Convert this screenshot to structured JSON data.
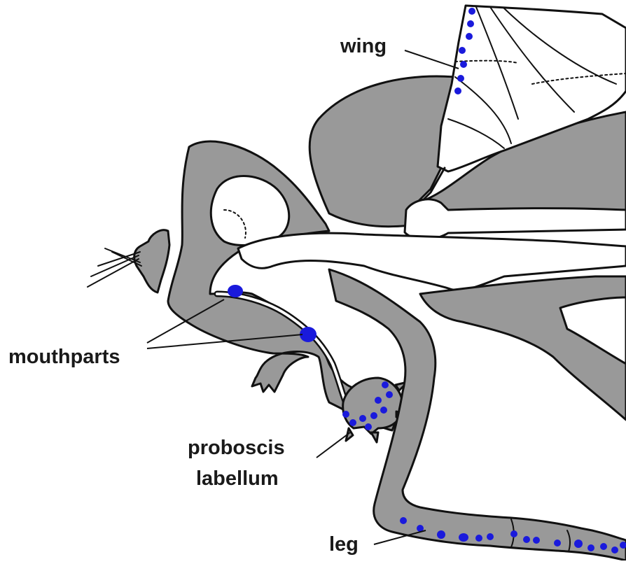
{
  "labels": {
    "wing": "wing",
    "mouthparts": "mouthparts",
    "proboscis_line1": "proboscis",
    "proboscis_line2": "labellum",
    "leg": "leg"
  },
  "colors": {
    "body_fill": "#999999",
    "outline": "#111111",
    "marker": "#1a1adc",
    "background": "#ffffff"
  }
}
